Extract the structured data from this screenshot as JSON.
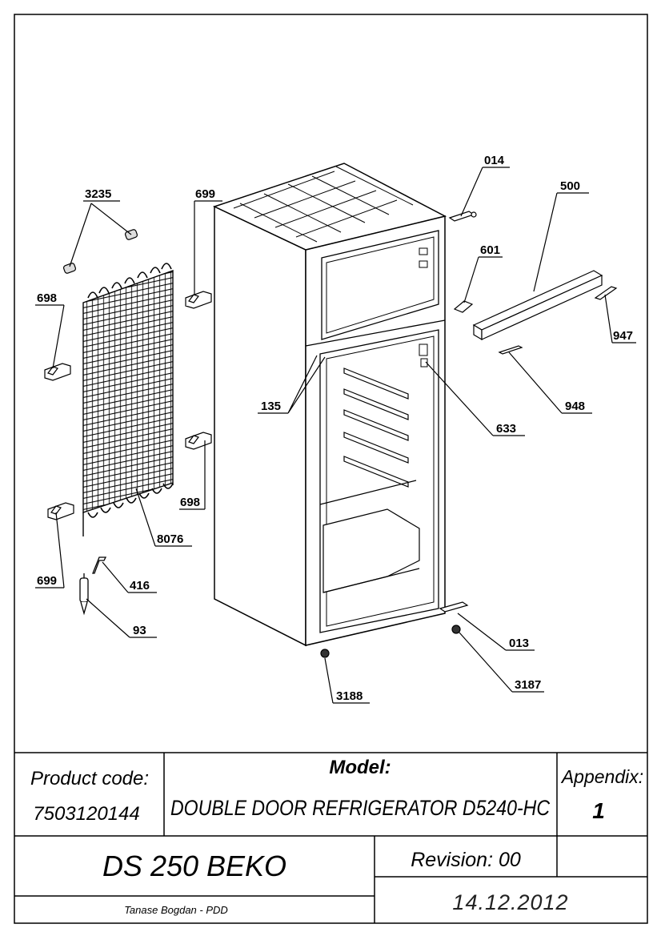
{
  "callouts": {
    "c3235": "3235",
    "c699a": "699",
    "c014": "014",
    "c500": "500",
    "c601": "601",
    "c698a": "698",
    "c947": "947",
    "c135": "135",
    "c633": "633",
    "c948": "948",
    "c698b": "698",
    "c8076": "8076",
    "c699b": "699",
    "c416": "416",
    "c93": "93",
    "c013": "013",
    "c3187": "3187",
    "c3188": "3188"
  },
  "title_block": {
    "product_code_label": "Product code:",
    "product_code_value": "7503120144",
    "model_label": "Model:",
    "model_value": "DOUBLE DOOR REFRIGERATOR D5240-HC",
    "appendix_label": "Appendix:",
    "appendix_value": "1",
    "ds_title": "DS 250 BEKO",
    "revision": "Revision: 00",
    "author": "Tanase Bogdan - PDD",
    "date": "14.12.2012"
  }
}
